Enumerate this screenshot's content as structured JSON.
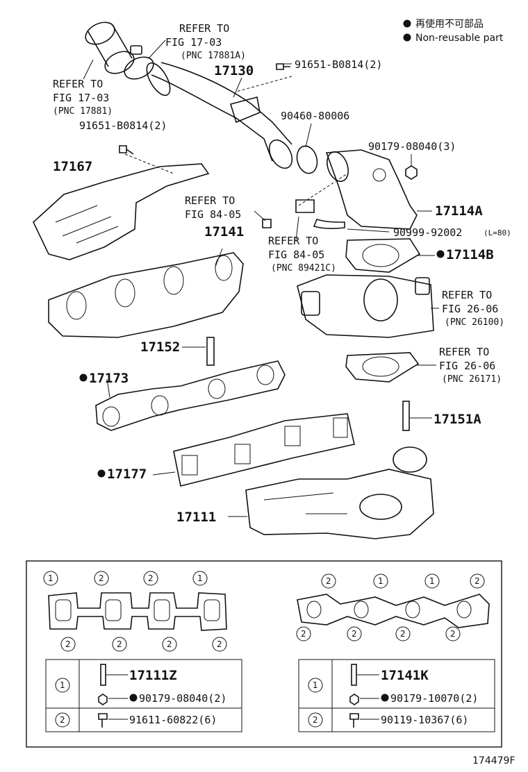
{
  "legend": {
    "jp": "再使用不可部品",
    "en": "Non-reusable part"
  },
  "labels": {
    "ref_17_03_a_line1": "REFER TO",
    "ref_17_03_a_line2": "FIG 17-03",
    "ref_17_03_a_pnc": "(PNC 17881A)",
    "ref_17_03_b_line1": "REFER TO",
    "ref_17_03_b_line2": "FIG 17-03",
    "ref_17_03_b_pnc": "(PNC 17881)",
    "p17130": "17130",
    "p91651_top": "91651-B0814(2)",
    "p91651_left": "91651-B0814(2)",
    "p90460": "90460-80006",
    "p90179_08040_3": "90179-08040(3)",
    "p17167": "17167",
    "ref_84_05_a_line1": "REFER TO",
    "ref_84_05_a_line2": "FIG 84-05",
    "p17141": "17141",
    "p17114A": "17114A",
    "p90999": "90999-92002",
    "p90999_note": "(L=80)",
    "ref_84_05_b_line1": "REFER TO",
    "ref_84_05_b_line2": "FIG 84-05",
    "ref_84_05_b_pnc": "(PNC 89421C)",
    "p17114B": "17114B",
    "ref_26_06_a_line1": "REFER TO",
    "ref_26_06_a_line2": "FIG 26-06",
    "ref_26_06_a_pnc": "(PNC 26100)",
    "p17152": "17152",
    "ref_26_06_b_line1": "REFER TO",
    "ref_26_06_b_line2": "FIG 26-06",
    "ref_26_06_b_pnc": "(PNC 26171)",
    "p17173": "17173",
    "p17151A": "17151A",
    "p17177": "17177",
    "p17111": "17111"
  },
  "box": {
    "left_gasket_circles": [
      "1",
      "2",
      "2",
      "1"
    ],
    "left_gasket_bottom_circles": [
      "2",
      "2",
      "2",
      "2"
    ],
    "right_gasket_circles": [
      "2",
      "1",
      "1",
      "2"
    ],
    "right_gasket_bottom_circles": [
      "2",
      "2",
      "2",
      "2"
    ],
    "left_table": {
      "row1_key": "1",
      "row1_a": "17111Z",
      "row1_b": "90179-08040(2)",
      "row2_key": "2",
      "row2_a": "91611-60822(6)"
    },
    "right_table": {
      "row1_key": "1",
      "row1_a": "17141K",
      "row1_b": "90179-10070(2)",
      "row2_key": "2",
      "row2_a": "90119-10367(6)"
    }
  },
  "figure_id": "174479F"
}
